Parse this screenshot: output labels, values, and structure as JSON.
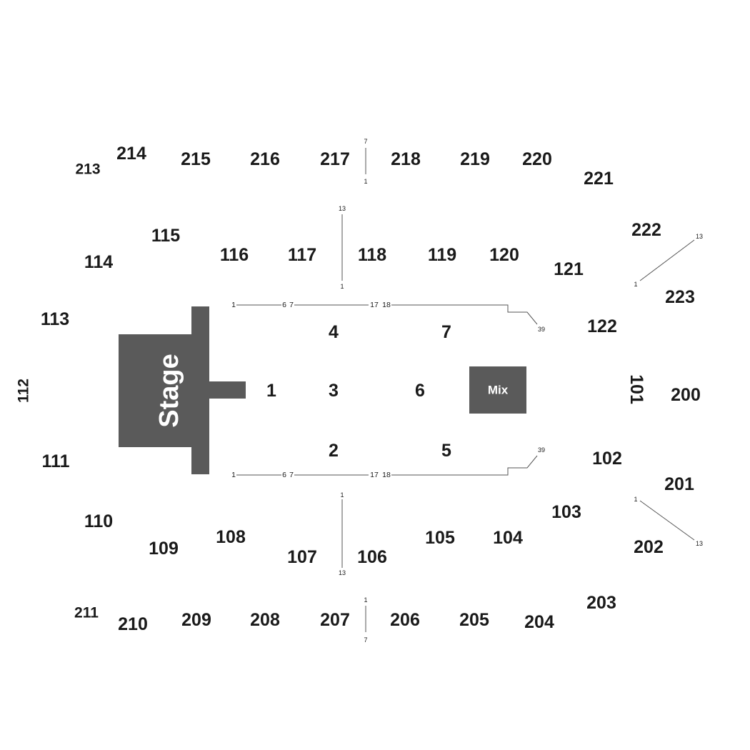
{
  "stage_label": "Stage",
  "mix_label": "Mix",
  "colors": {
    "block": "#5a5a5a",
    "text": "#1a1a1a",
    "line": "#555555",
    "background": "#ffffff"
  },
  "upper_sections": [
    "213",
    "214",
    "215",
    "216",
    "217",
    "218",
    "219",
    "220",
    "221",
    "222",
    "223",
    "200",
    "201",
    "202",
    "203",
    "204",
    "205",
    "206",
    "207",
    "208",
    "209",
    "210",
    "211"
  ],
  "lower_sections": [
    "112",
    "113",
    "114",
    "115",
    "116",
    "117",
    "118",
    "119",
    "120",
    "121",
    "122",
    "101",
    "102",
    "103",
    "104",
    "105",
    "106",
    "107",
    "108",
    "109",
    "110",
    "111"
  ],
  "floor_sections": [
    "1",
    "2",
    "3",
    "4",
    "5",
    "6",
    "7"
  ],
  "row_markers": {
    "upper_aisle_top": [
      "7",
      "1"
    ],
    "upper_aisle_bottom": [
      "1",
      "7"
    ],
    "lower_aisle_top": [
      "13",
      "1"
    ],
    "lower_aisle_bottom": [
      "1",
      "13"
    ],
    "aisle_222_223": [
      "13",
      "1"
    ],
    "aisle_201_202": [
      "1",
      "13"
    ],
    "floor_top": [
      "1",
      "6",
      "7",
      "17",
      "18",
      "39"
    ],
    "floor_bottom": [
      "1",
      "6",
      "7",
      "17",
      "18",
      "39"
    ]
  }
}
